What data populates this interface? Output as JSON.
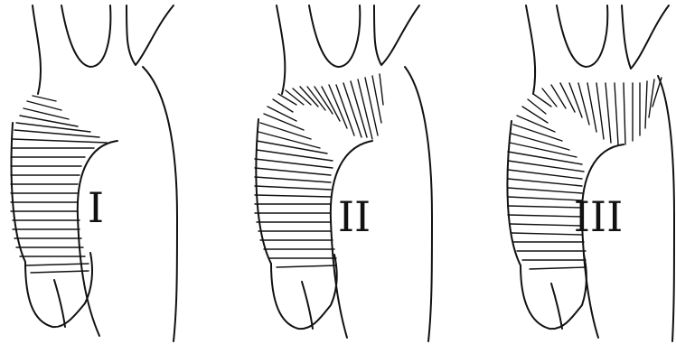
{
  "panels": [
    {
      "label": "I",
      "hatch_region": "ascending"
    },
    {
      "label": "II",
      "hatch_region": "ascending-and-arch"
    },
    {
      "label": "III",
      "hatch_region": "ascending-and-arch-to-descending"
    }
  ],
  "colors": {
    "line": "#111111",
    "background": "#ffffff"
  }
}
